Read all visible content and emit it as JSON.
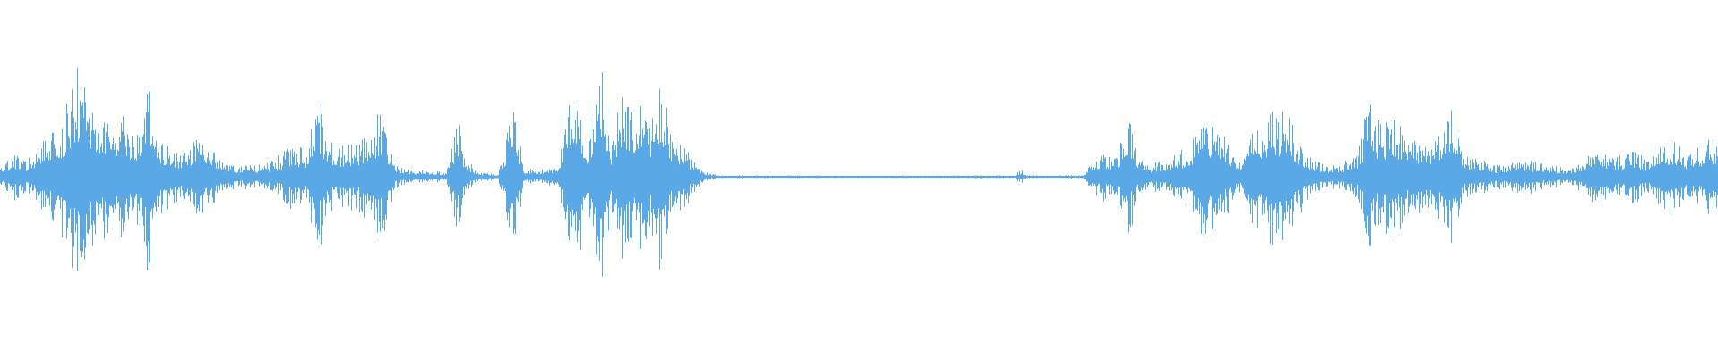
{
  "waveform": {
    "color": "#5aa9e6",
    "background": "#ffffff",
    "envelope": [
      [
        0.0,
        0.08
      ],
      [
        0.008,
        0.2
      ],
      [
        0.015,
        0.14
      ],
      [
        0.025,
        0.3
      ],
      [
        0.035,
        0.45
      ],
      [
        0.04,
        0.7
      ],
      [
        0.045,
        0.88
      ],
      [
        0.05,
        0.75
      ],
      [
        0.055,
        0.6
      ],
      [
        0.06,
        0.55
      ],
      [
        0.07,
        0.5
      ],
      [
        0.08,
        0.4
      ],
      [
        0.087,
        0.88
      ],
      [
        0.092,
        0.35
      ],
      [
        0.1,
        0.25
      ],
      [
        0.11,
        0.22
      ],
      [
        0.115,
        0.35
      ],
      [
        0.12,
        0.3
      ],
      [
        0.13,
        0.12
      ],
      [
        0.14,
        0.1
      ],
      [
        0.15,
        0.1
      ],
      [
        0.16,
        0.14
      ],
      [
        0.17,
        0.28
      ],
      [
        0.178,
        0.2
      ],
      [
        0.184,
        0.82
      ],
      [
        0.19,
        0.3
      ],
      [
        0.2,
        0.25
      ],
      [
        0.21,
        0.3
      ],
      [
        0.222,
        0.55
      ],
      [
        0.23,
        0.1
      ],
      [
        0.24,
        0.06
      ],
      [
        0.25,
        0.05
      ],
      [
        0.26,
        0.04
      ],
      [
        0.266,
        0.5
      ],
      [
        0.272,
        0.12
      ],
      [
        0.28,
        0.04
      ],
      [
        0.29,
        0.03
      ],
      [
        0.298,
        0.65
      ],
      [
        0.305,
        0.08
      ],
      [
        0.315,
        0.06
      ],
      [
        0.325,
        0.12
      ],
      [
        0.33,
        0.55
      ],
      [
        0.336,
        0.7
      ],
      [
        0.342,
        0.35
      ],
      [
        0.35,
        0.99
      ],
      [
        0.356,
        0.3
      ],
      [
        0.362,
        0.7
      ],
      [
        0.368,
        0.55
      ],
      [
        0.372,
        0.72
      ],
      [
        0.378,
        0.45
      ],
      [
        0.384,
        0.85
      ],
      [
        0.39,
        0.35
      ],
      [
        0.398,
        0.3
      ],
      [
        0.405,
        0.1
      ],
      [
        0.412,
        0.03
      ],
      [
        0.42,
        0.012
      ],
      [
        0.5,
        0.01
      ],
      [
        0.59,
        0.012
      ],
      [
        0.594,
        0.06
      ],
      [
        0.598,
        0.012
      ],
      [
        0.63,
        0.012
      ],
      [
        0.636,
        0.12
      ],
      [
        0.642,
        0.22
      ],
      [
        0.65,
        0.18
      ],
      [
        0.656,
        0.55
      ],
      [
        0.662,
        0.2
      ],
      [
        0.67,
        0.12
      ],
      [
        0.68,
        0.15
      ],
      [
        0.69,
        0.25
      ],
      [
        0.697,
        0.45
      ],
      [
        0.702,
        0.55
      ],
      [
        0.708,
        0.4
      ],
      [
        0.715,
        0.3
      ],
      [
        0.722,
        0.15
      ],
      [
        0.728,
        0.62
      ],
      [
        0.734,
        0.4
      ],
      [
        0.74,
        0.65
      ],
      [
        0.746,
        0.55
      ],
      [
        0.752,
        0.45
      ],
      [
        0.76,
        0.2
      ],
      [
        0.77,
        0.12
      ],
      [
        0.78,
        0.1
      ],
      [
        0.79,
        0.2
      ],
      [
        0.796,
        0.62
      ],
      [
        0.802,
        0.45
      ],
      [
        0.81,
        0.55
      ],
      [
        0.818,
        0.4
      ],
      [
        0.826,
        0.3
      ],
      [
        0.834,
        0.35
      ],
      [
        0.846,
        0.55
      ],
      [
        0.852,
        0.2
      ],
      [
        0.86,
        0.15
      ],
      [
        0.87,
        0.1
      ],
      [
        0.88,
        0.12
      ],
      [
        0.89,
        0.14
      ],
      [
        0.9,
        0.1
      ],
      [
        0.91,
        0.08
      ],
      [
        0.92,
        0.12
      ],
      [
        0.93,
        0.25
      ],
      [
        0.94,
        0.18
      ],
      [
        0.95,
        0.22
      ],
      [
        0.96,
        0.15
      ],
      [
        0.972,
        0.35
      ],
      [
        0.98,
        0.22
      ],
      [
        0.99,
        0.25
      ],
      [
        0.996,
        0.4
      ],
      [
        1.0,
        0.2
      ]
    ]
  }
}
